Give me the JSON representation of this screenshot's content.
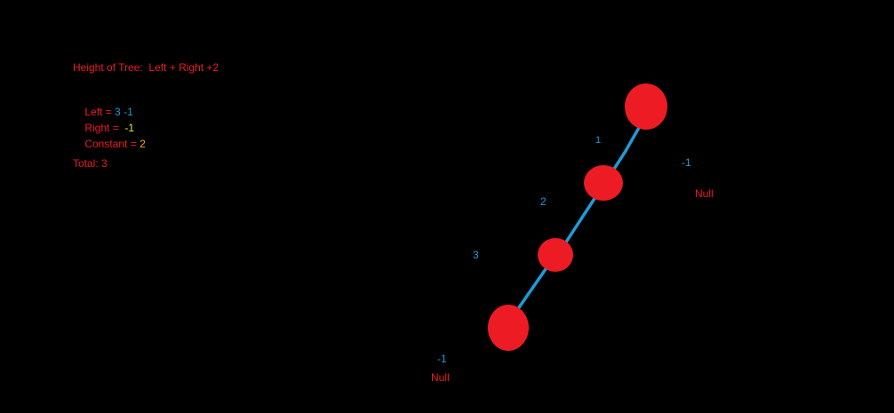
{
  "formula": {
    "title": "Height of Tree:  Left + Right +2",
    "left_label": "Left = ",
    "left_value": "3",
    "left_adjust": "-1",
    "right_label": "Right = ",
    "right_value": "-1",
    "constant_label": "Constant = ",
    "constant_value": "2",
    "total": "Total: 3"
  },
  "edge_labels": [
    "1",
    "2",
    "3"
  ],
  "null_right": {
    "value": "-1",
    "label": "Null"
  },
  "null_left": {
    "value": "-1",
    "label": "Null"
  },
  "colors": {
    "node": "#ed1c24",
    "edge": "#1e9bd7",
    "text_red": "#ed1c24",
    "text_blue": "#1e9bd7",
    "text_yellow": "#e8e82a",
    "text_orange": "#f7a12b",
    "background": "#000000"
  }
}
